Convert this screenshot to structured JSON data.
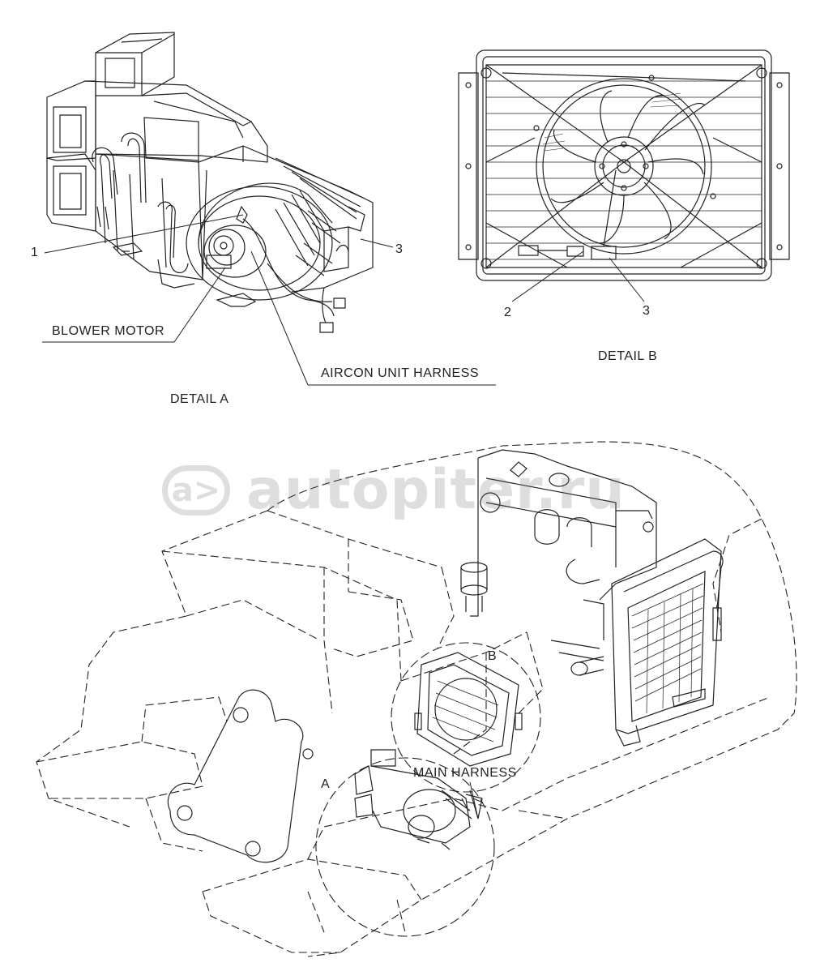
{
  "detail_a": {
    "title": "DETAIL  A",
    "callout_1": "1",
    "callout_3": "3",
    "blower_motor_label": "BLOWER MOTOR",
    "aircon_harness_label": "AIRCON UNIT HARNESS"
  },
  "detail_b": {
    "title": "DETAIL  B",
    "callout_2": "2",
    "callout_3": "3"
  },
  "main_view": {
    "circle_a_label": "A",
    "circle_b_label": "B",
    "main_harness_label": "MAIN HARNESS"
  },
  "watermark": {
    "badge": "a>",
    "text": "autopiter.ru"
  }
}
